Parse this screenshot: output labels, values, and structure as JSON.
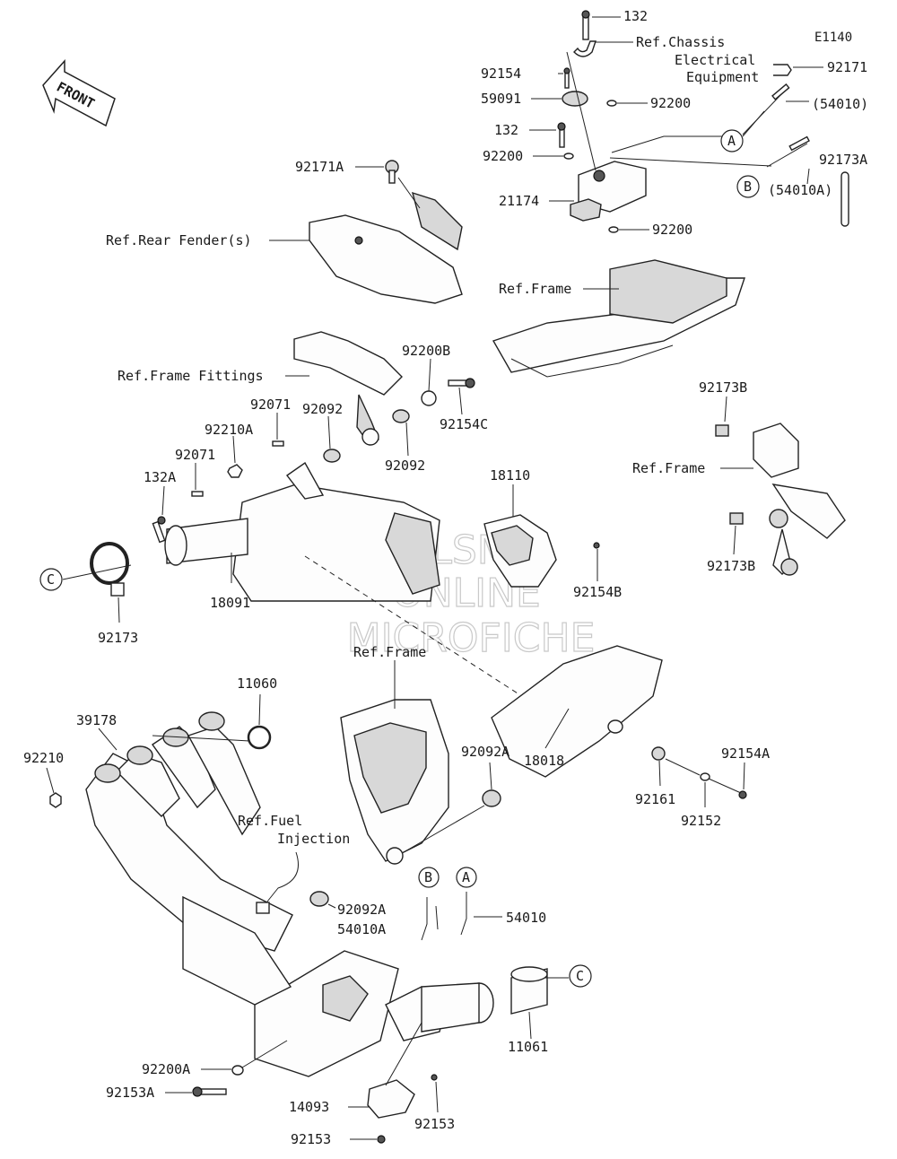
{
  "diagram": {
    "code": "E1140",
    "front_label": "FRONT",
    "watermark": [
      "HLSM",
      "ONLINE",
      "MICROFICHE"
    ],
    "refs": {
      "chassis_1": "Ref.Chassis",
      "chassis_2": "Electrical",
      "chassis_3": "Equipment",
      "rear_fender": "Ref.Rear Fender(s)",
      "frame_top": "Ref.Frame",
      "frame_fittings": "Ref.Frame Fittings",
      "frame_right": "Ref.Frame",
      "frame_mid": "Ref.Frame",
      "fuel_1": "Ref.Fuel",
      "fuel_2": "Injection"
    },
    "circle_letters": {
      "A_top": "A",
      "B_top": "B",
      "C_left": "C",
      "B_bottom": "B",
      "A_bottom": "A",
      "C_right": "C"
    },
    "parts": {
      "p132_top": "132",
      "p92154": "92154",
      "p59091": "59091",
      "p132_mid": "132",
      "p92200_a": "92200",
      "p92200_b": "92200",
      "p21174": "21174",
      "p92200_c": "92200",
      "p92171": "92171",
      "p54010_paren": "(54010)",
      "p54010A_paren": "(54010A)",
      "p92173A": "92173A",
      "p92171A": "92171A",
      "p92200B": "92200B",
      "p92154C": "92154C",
      "p92071_a": "92071",
      "p92092_a": "92092",
      "p92210A": "92210A",
      "p92071_b": "92071",
      "p92092_b": "92092",
      "p132A": "132A",
      "p18110": "18110",
      "p92173B_top": "92173B",
      "p92173B_bot": "92173B",
      "p92154B": "92154B",
      "p18091": "18091",
      "p92173": "92173",
      "p11060": "11060",
      "p39178": "39178",
      "p92210": "92210",
      "p92092A_a": "92092A",
      "p18018": "18018",
      "p92154A": "92154A",
      "p92161": "92161",
      "p92152": "92152",
      "p92092A_b": "92092A",
      "p54010A": "54010A",
      "p54010": "54010",
      "p11061": "11061",
      "p92200A": "92200A",
      "p92153A": "92153A",
      "p14093": "14093",
      "p92153_a": "92153",
      "p92153_b": "92153"
    }
  }
}
